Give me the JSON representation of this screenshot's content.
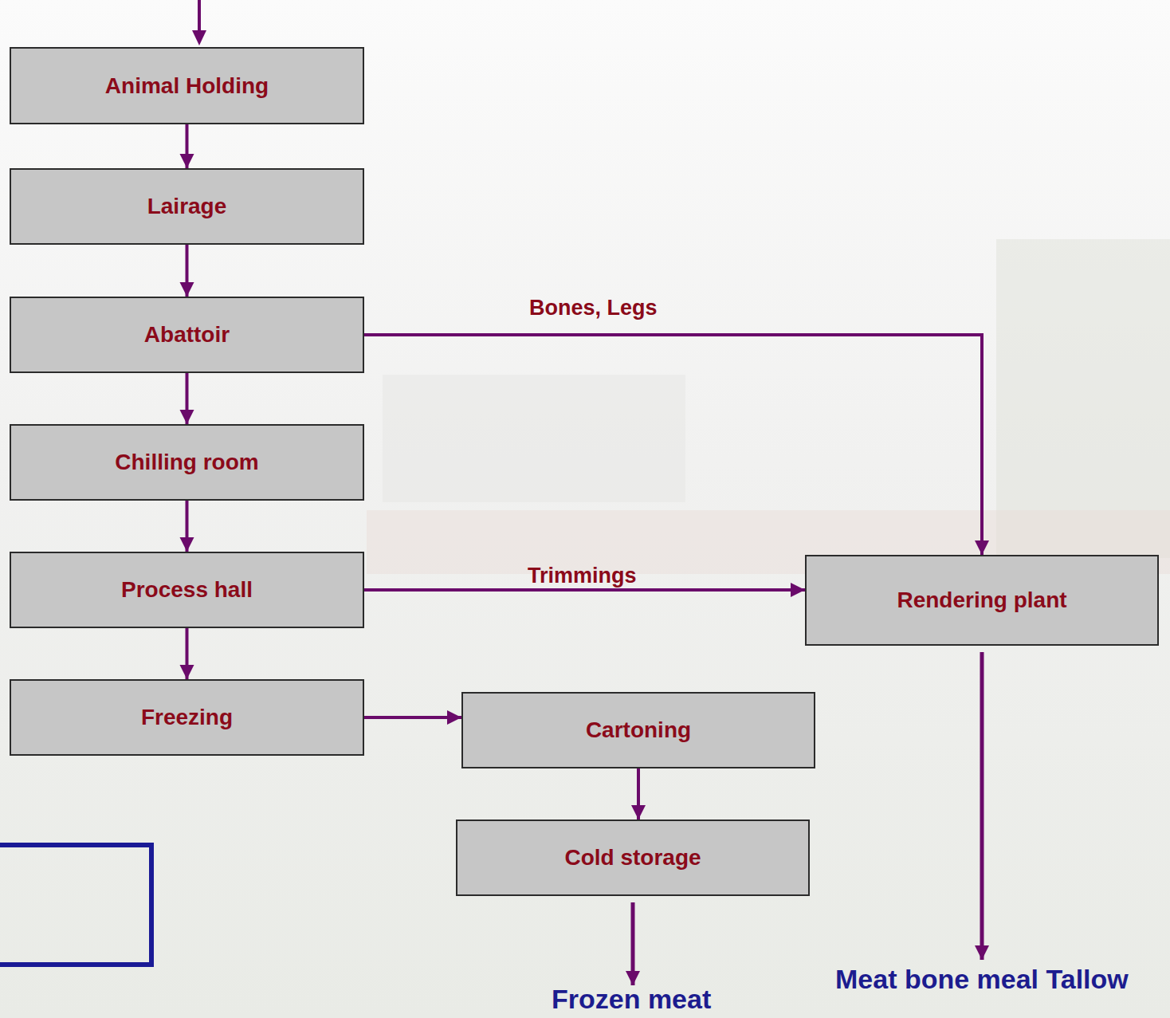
{
  "diagram": {
    "nodes": [
      {
        "text": [
          "Animal Holding"
        ]
      },
      {
        "text": [
          "Lairage"
        ]
      },
      {
        "text": [
          "Abattoir"
        ]
      },
      {
        "text": [
          "Chilling room"
        ]
      },
      {
        "text": [
          "Process hall"
        ]
      },
      {
        "text": [
          "Rendering plant"
        ]
      },
      {
        "text": [
          "Freezing"
        ]
      },
      {
        "text": [
          "Cartoning"
        ]
      },
      {
        "text": [
          "Cold storage"
        ]
      }
    ],
    "edges": [
      {
        "from": 0,
        "to": 1,
        "arrow": "to"
      },
      {
        "from": 1,
        "to": 2,
        "arrow": "to"
      },
      {
        "from": 2,
        "to": 3,
        "arrow": "to"
      },
      {
        "from": 3,
        "to": 4,
        "arrow": "to"
      },
      {
        "from": 4,
        "to": 6,
        "arrow": "to"
      },
      {
        "from": 6,
        "to": 7,
        "arrow": "to"
      },
      {
        "from": 7,
        "to": 8,
        "arrow": "to"
      },
      {
        "from": 2,
        "to": 5,
        "label": "Bones, Legs",
        "arrow": "to"
      },
      {
        "from": 4,
        "to": 5,
        "label": "Trimmings",
        "arrow": "to"
      }
    ],
    "labels": [
      "Frozen meat",
      "Meat bone meal Tallow"
    ]
  }
}
